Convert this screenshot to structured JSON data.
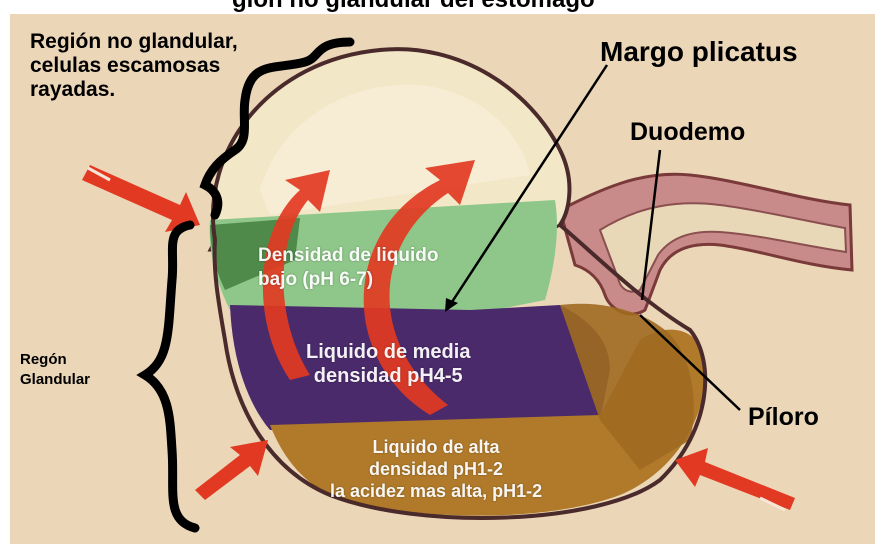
{
  "title_partial": "gión no glandular del estómago",
  "labels": {
    "non_glandular": [
      "Región no glandular,",
      "celulas escamosas",
      "rayadas."
    ],
    "glandular": [
      "Regón",
      "Glandular"
    ],
    "margo": "Margo plicatus",
    "duodemo": "Duodemo",
    "piloro": "Píloro"
  },
  "zones": {
    "low_density": [
      "Densidad de liquido",
      "bajo   (pH 6-7)"
    ],
    "mid_density": [
      "Liquido de media",
      "densidad pH4-5"
    ],
    "high_density": [
      "Liquido de alta",
      "densidad pH1-2",
      "la acidez mas alta, pH1-2"
    ]
  },
  "colors": {
    "background": "#e7cfb0",
    "arrow": "#e23a22",
    "non_glandular_region": "#f0e6c8",
    "low_zone": "#8fc78a",
    "mid_zone": "#4a2a6b",
    "high_zone": "#b07a2a"
  }
}
